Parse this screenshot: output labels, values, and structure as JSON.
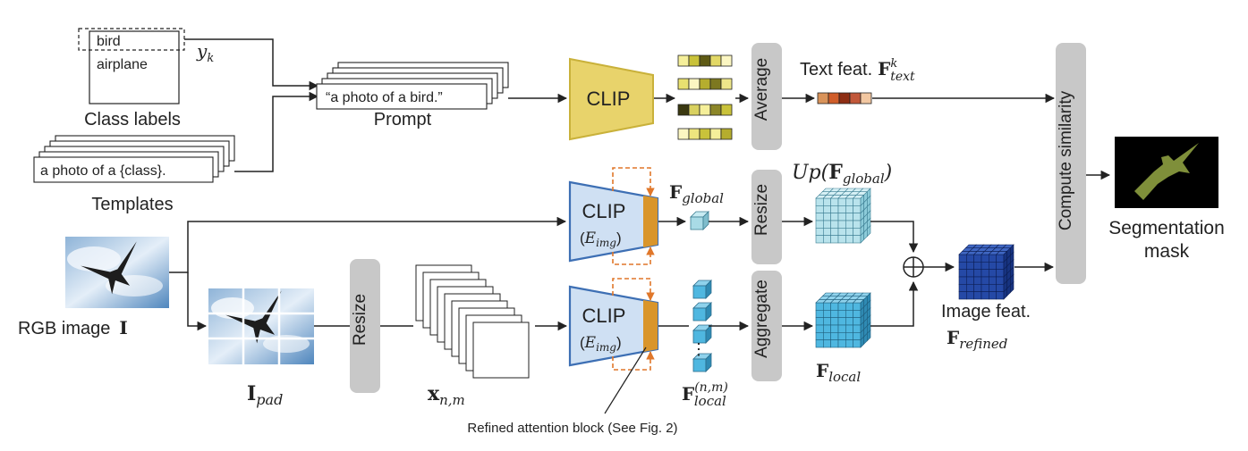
{
  "class_labels": {
    "items": [
      "bird",
      "airplane"
    ],
    "caption": "Class labels",
    "selected_var": "y",
    "selected_sub": "k"
  },
  "templates": {
    "text": "a photo of a {class}.",
    "caption": "Templates"
  },
  "prompt": {
    "text": "“a photo of a bird.”",
    "caption": "Prompt"
  },
  "clip": {
    "label": "CLIP",
    "enc_var": "E",
    "enc_sub": "img"
  },
  "ops": {
    "average": "Average",
    "resize_global": "Resize",
    "resize_image": "Resize",
    "aggregate": "Aggregate",
    "compute_similarity": "Compute similarity"
  },
  "features": {
    "text_feat_prefix": "Text feat.",
    "text_feat_var": "F",
    "text_feat_sub": "text",
    "text_feat_sup": "k",
    "f_global_var": "F",
    "f_global_sub": "global",
    "up_prefix": "Up(",
    "up_suffix": ")",
    "f_local_var": "F",
    "f_local_sub": "local",
    "f_local_nm_sup": "(n,m)",
    "image_feat_label": "Image feat.",
    "f_refined_var": "F",
    "f_refined_sub": "refined",
    "i_pad_var": "I",
    "i_pad_sub": "pad",
    "x_var": "x",
    "x_sub": "n,m",
    "vdots": "⋮"
  },
  "rgb_image": {
    "label": "RGB image",
    "var": "I"
  },
  "output": {
    "line1": "Segmentation",
    "line2": "mask"
  },
  "annotation": {
    "refined_attention": "Refined attention block (See Fig. 2)"
  },
  "colors": {
    "clip_top_fill": "#e8d36b",
    "clip_top_stroke": "#c9b13a",
    "clip_img_fill": "#cfe0f3",
    "clip_img_stroke": "#3d6fb4",
    "attn_block": "#d9952b",
    "dashed": "#e0772a",
    "op_fill": "#c8c8c8",
    "global_cube": "#a9dbe6",
    "local_cube": "#4fb7e0",
    "refined_cube": "#1f3f99",
    "text_feat_cells": [
      "#d9935a",
      "#d05d2a",
      "#8e2e14",
      "#c2583a",
      "#f2c7a1"
    ],
    "mask_bg": "#000000",
    "mask_bird": "#7f8f3a"
  }
}
